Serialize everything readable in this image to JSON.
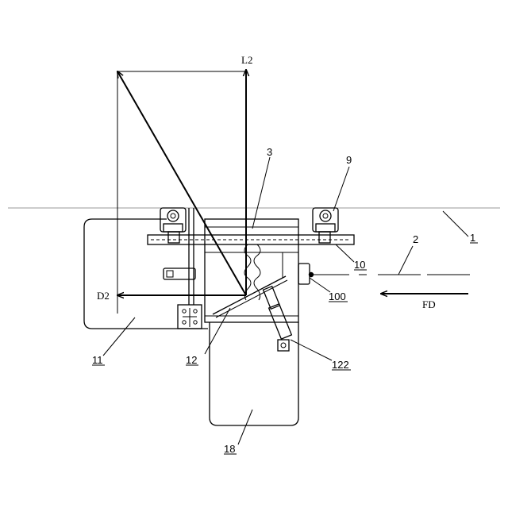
{
  "labels": {
    "l2": "L2",
    "d2": "D2",
    "fd": "FD",
    "n1": "1",
    "n2": "2",
    "n3": "3",
    "n9": "9",
    "n10": "10",
    "n11": "11",
    "n12": "12",
    "n18": "18",
    "n100": "100",
    "n122": "122"
  }
}
